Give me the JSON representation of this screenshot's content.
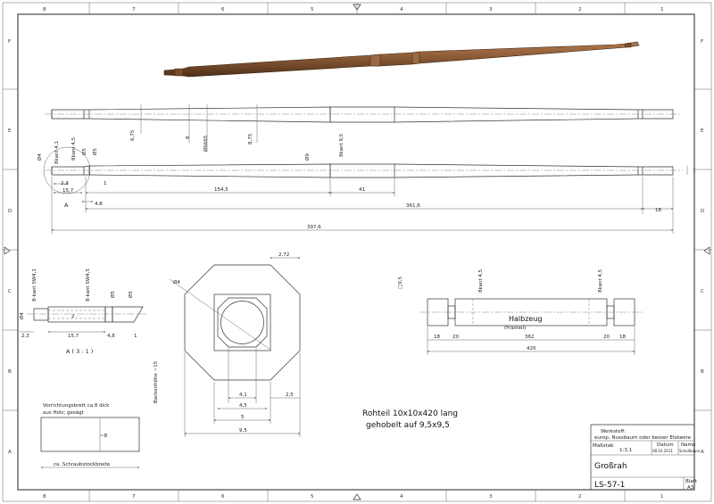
{
  "frame": {
    "columns_top": [
      "8",
      "7",
      "6",
      "5",
      "4",
      "3",
      "2",
      "1"
    ],
    "columns_bottom": [
      "8",
      "7",
      "6",
      "5",
      "4",
      "3",
      "2",
      "1"
    ],
    "rows": [
      "F",
      "E",
      "D",
      "C",
      "B",
      "A"
    ]
  },
  "dims": {
    "d4": "Ø4",
    "bkant41": "8kant 4,1",
    "bkant45": "8kant 4,5",
    "d5": "Ø5",
    "d5b": "Ø5",
    "l23": "2,3",
    "l157": "15,7",
    "l1": "1",
    "l48": "4,8",
    "l1545": "154,5",
    "l41": "41",
    "l3616": "361,6",
    "l18": "18",
    "l3976": "397,6",
    "d9": "Ø9",
    "bkant95": "8kant 9,5",
    "d675": "6,75",
    "d8": "8",
    "d6665": "Ø6665",
    "d875": "8,75",
    "edge1": "1",
    "marker_a": "A"
  },
  "detail": {
    "bkant_sw41": "8-kant SW4,1",
    "bkant_sw45": "8-kant SW4,5",
    "d5": "Ø5",
    "d5b": "Ø5",
    "d4": "Ø4",
    "l23": "2,3",
    "l157": "15,7",
    "l48": "4,8",
    "l1": "1",
    "in2": "2",
    "title": "A ( 3 : 1 )"
  },
  "section": {
    "d4": "Ø4",
    "l272": "2,72",
    "l41": "4,1",
    "l25": "2,5",
    "l45": "4,5",
    "l5": "5",
    "l95": "9,5"
  },
  "blank": {
    "d95": "□9,5",
    "bkant45a": "8kant 4,5",
    "bkant45b": "8kant 4,5",
    "label": "Halbzeug",
    "sublabel": "(Frästeil)",
    "l18a": "18",
    "l20a": "20",
    "l362": "362",
    "l20b": "20",
    "l18b": "18",
    "l420": "420"
  },
  "jig": {
    "note1": "Vorrichtungsbrett ca 8 dick",
    "note2": "aus Holz; gesägt",
    "backen": "Backenhöhe ~15",
    "mark": "~8",
    "bottom": "ca. Schraubstockbreite"
  },
  "stock": {
    "line1": "Rohteil 10x10x420 lang",
    "line2": "gehobelt auf 9,5x9,5"
  },
  "title_block": {
    "material_label": "Werkstoff:",
    "material": "europ. Nussbaum oder besser Elsbeere",
    "scale_label": "Maßstab",
    "scale": "1:3,1",
    "date_label": "Datum",
    "name_label": "Name",
    "date": "08.10.2011",
    "name": "Schollbauer",
    "title": "Großrah",
    "number": "LS-57-1",
    "sheet_label": "Blatt",
    "sheet": "A3"
  },
  "colors": {
    "wood": "#8a5a36",
    "wood_dark": "#5e3a1e",
    "line": "#333333"
  }
}
